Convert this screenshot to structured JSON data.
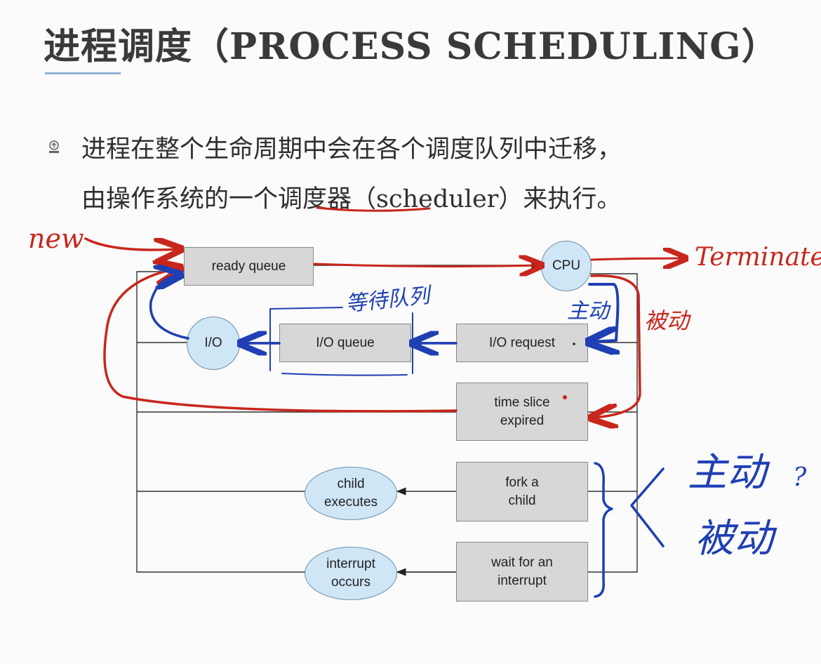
{
  "slide": {
    "title": "进程调度（PROCESS SCHEDULING）",
    "paragraph_line1": "进程在整个生命周期中会在各个调度队列中迁移，",
    "paragraph_line2": "由操作系统的一个调度器（scheduler）来执行。"
  },
  "diagram": {
    "ready_queue": "ready queue",
    "cpu": "CPU",
    "io": "I/O",
    "io_queue": "I/O queue",
    "io_request": "I/O request",
    "time_slice": "time slice\nexpired",
    "fork_child": "fork a\nchild",
    "child_executes": "child\nexecutes",
    "wait_interrupt": "wait for an\ninterrupt",
    "interrupt_occurs": "interrupt\noccurs"
  },
  "annotations": {
    "new": "new",
    "terminated": "Terminated",
    "waiting_queue": "等待队列",
    "active_cpu": "主动",
    "passive_cpu": "被动",
    "active_right": "主动",
    "question_mark": "?",
    "passive_right": "被动"
  },
  "colors": {
    "annotation_red": "#c8261c",
    "annotation_blue": "#1f3fb4",
    "box_fill": "#d7d7d7",
    "ellipse_fill": "#cfe6f7",
    "title_rule": "#8fb2d8"
  }
}
